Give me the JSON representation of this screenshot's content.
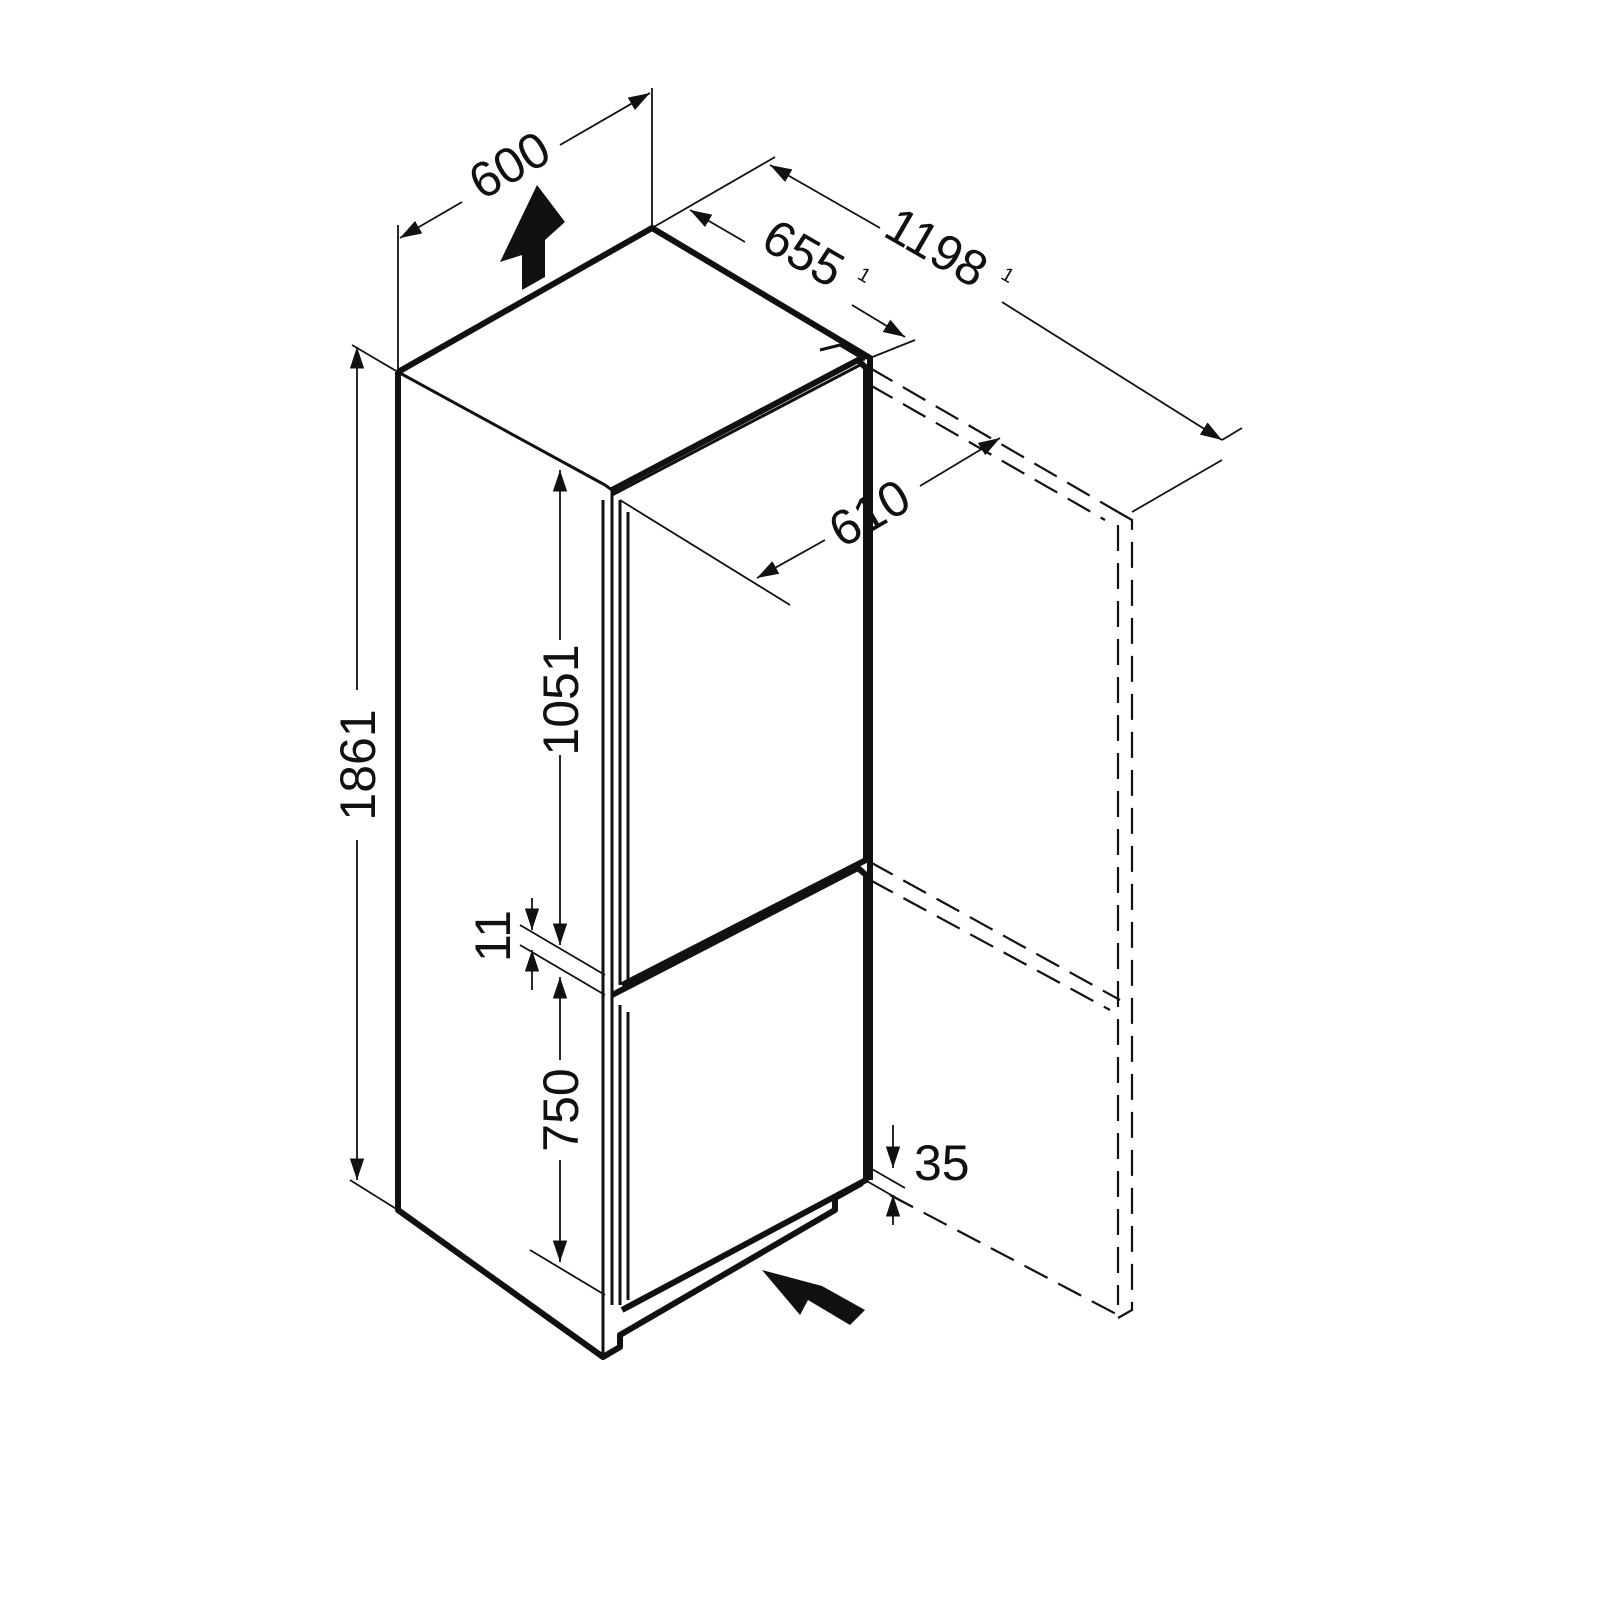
{
  "dimensions": {
    "width": "600",
    "depth_with_door": "655",
    "depth_door_open": "1198",
    "depth_body": "610",
    "height": "1861",
    "fridge_door_height": "1051",
    "door_gap": "11",
    "freezer_door_height": "750",
    "plinth": "35",
    "footnote_mark": "1"
  },
  "arrows": [
    "airflow-out-arrow-up",
    "airflow-in-arrow"
  ]
}
